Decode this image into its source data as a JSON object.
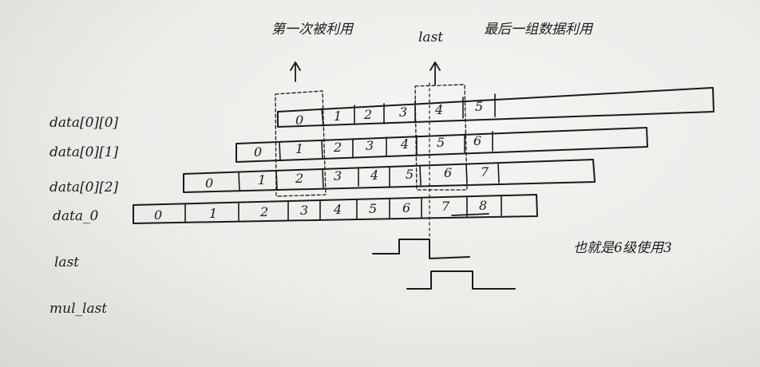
{
  "annotations": {
    "first_use": "第一次被利用",
    "last": "last",
    "last_group": "最后一组数据利用",
    "note": "也就是6级使用3"
  },
  "rows": [
    {
      "label": "data[0][0]",
      "cells": [
        "0",
        "1",
        "2",
        "3",
        "4",
        "5",
        ""
      ]
    },
    {
      "label": "data[0][1]",
      "cells": [
        "0",
        "1",
        "2",
        "3",
        "4",
        "5",
        "6",
        ""
      ]
    },
    {
      "label": "data[0][2]",
      "cells": [
        "0",
        "1",
        "2",
        "3",
        "4",
        "5",
        "6",
        "7",
        ""
      ]
    },
    {
      "label": "data_0",
      "cells": [
        "0",
        "1",
        "2",
        "3",
        "4",
        "5",
        "6",
        "7",
        "8",
        ""
      ]
    }
  ],
  "signals": [
    {
      "label": "last"
    },
    {
      "label": "mul_last"
    }
  ]
}
